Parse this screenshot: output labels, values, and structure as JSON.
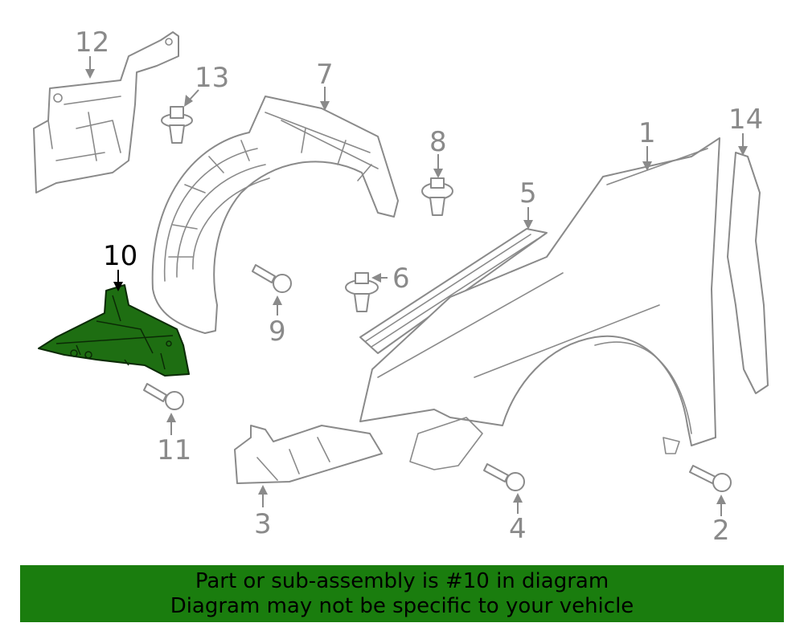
{
  "callouts": {
    "c1": "1",
    "c2": "2",
    "c3": "3",
    "c4": "4",
    "c5": "5",
    "c6": "6",
    "c7": "7",
    "c8": "8",
    "c9": "9",
    "c10": "10",
    "c11": "11",
    "c12": "12",
    "c13": "13",
    "c14": "14"
  },
  "banner": {
    "line1": "Part or sub-assembly is #10 in diagram",
    "line2": "Diagram may not be specific to your vehicle"
  },
  "colors": {
    "highlight": "#1a7d0e",
    "line_art": "#8a8a8a"
  }
}
